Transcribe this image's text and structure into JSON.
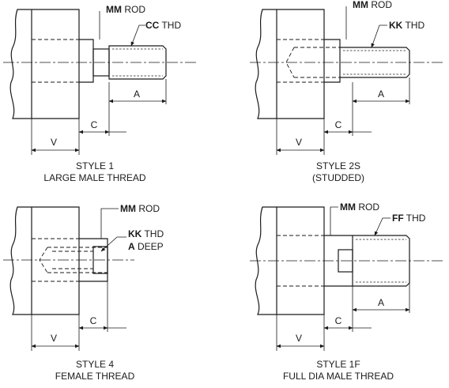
{
  "figures": [
    {
      "style_title": "STYLE 1",
      "style_subtitle": "LARGE MALE THREAD",
      "callouts": [
        {
          "bold": "MM",
          "text": " ROD"
        },
        {
          "bold": "CC",
          "text": " THD"
        }
      ],
      "dims": {
        "a": "A",
        "c": "C",
        "v": "V"
      }
    },
    {
      "style_title": "STYLE 2S",
      "style_subtitle": "(STUDDED)",
      "callouts": [
        {
          "bold": "MM",
          "text": " ROD"
        },
        {
          "bold": "KK",
          "text": " THD"
        }
      ],
      "dims": {
        "a": "A",
        "c": "C",
        "v": "V"
      }
    },
    {
      "style_title": "STYLE 4",
      "style_subtitle": "FEMALE THREAD",
      "callouts": [
        {
          "bold": "MM",
          "text": " ROD"
        },
        {
          "bold": "KK",
          "text": " THD"
        },
        {
          "bold": "A",
          "text": " DEEP"
        }
      ],
      "dims": {
        "c": "C",
        "v": "V"
      }
    },
    {
      "style_title": "STYLE 1F",
      "style_subtitle": "FULL DIA MALE  THREAD",
      "callouts": [
        {
          "bold": "MM",
          "text": " ROD"
        },
        {
          "bold": "FF",
          "text": " THD"
        }
      ],
      "dims": {
        "a": "A",
        "c": "C",
        "v": "V"
      }
    }
  ]
}
